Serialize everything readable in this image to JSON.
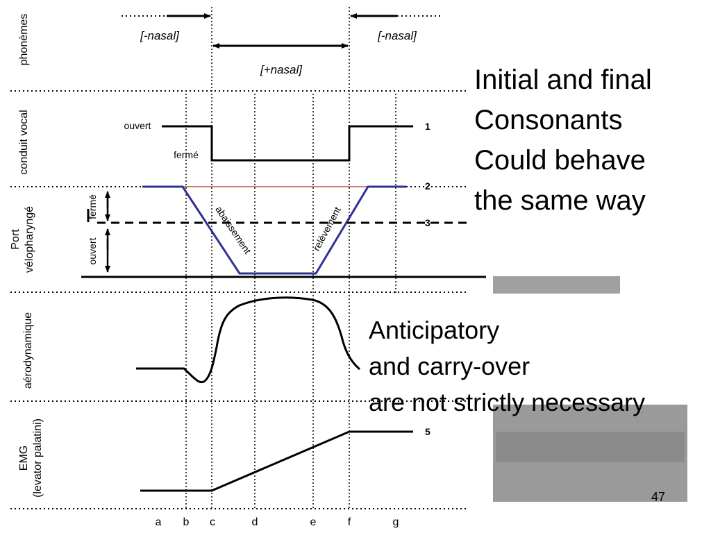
{
  "row_labels": {
    "phonemes": "phonèmes",
    "vocal_tract": "conduit vocal",
    "velopharyngeal_1": "Port",
    "velopharyngeal_2": "vélopharyngé",
    "aerodynamic": "aérodynamique",
    "emg_1": "EMG",
    "emg_2": "(levator palatini)"
  },
  "feature_labels": {
    "minus_nasal_left": "[-nasal]",
    "plus_nasal": "[+nasal]",
    "minus_nasal_right": "[-nasal]"
  },
  "state_labels": {
    "open": "ouvert",
    "closed": "fermé",
    "velum_closed": "fermé",
    "velum_open": "ouvert",
    "lowering": "abaissement",
    "raising": "relèvement"
  },
  "curve_numbers": [
    "1",
    "2",
    "3",
    "5"
  ],
  "time_points": [
    "a",
    "b",
    "c",
    "d",
    "e",
    "f",
    "g"
  ],
  "notes": {
    "block1": [
      "Initial and final",
      "Consonants",
      "Could behave",
      "the same way"
    ],
    "block2": [
      "Anticipatory",
      "and carry-over",
      "are not strictly necessary"
    ]
  },
  "slide_number": "47",
  "colors": {
    "velum_curve": "#2e3192",
    "velum_top_line": "#c0504d",
    "patch": "#9c9c9c"
  }
}
